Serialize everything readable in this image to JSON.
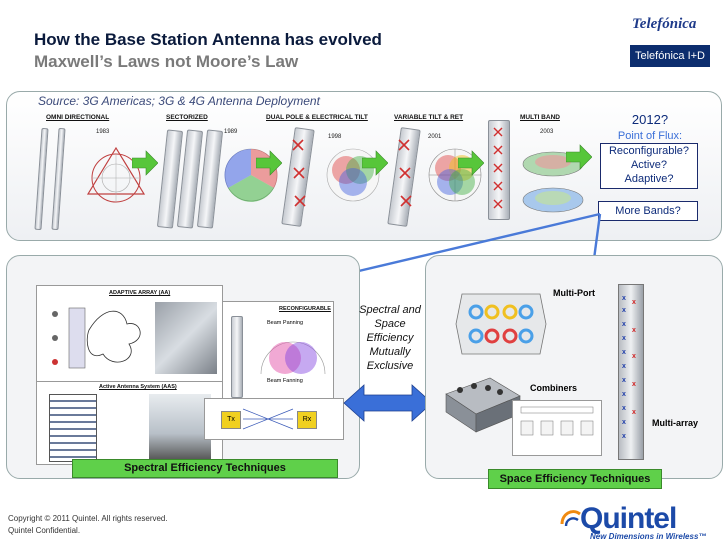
{
  "header": {
    "title": "How the Base Station Antenna has evolved",
    "subtitle": "Maxwell’s Laws not Moore’s Law"
  },
  "logos": {
    "telefonica": "Telefónica",
    "telefonica_id": "Telefónica I+D",
    "quintel": "Quintel",
    "quintel_tagline": "New Dimensions in Wireless™"
  },
  "top_panel": {
    "source": "Source: 3G Americas; 3G & 4G Antenna Deployment",
    "stages": [
      {
        "label": "OMNI DIRECTIONAL",
        "year": "1983"
      },
      {
        "label": "SECTORIZED",
        "year": "1989"
      },
      {
        "label": "DUAL POLE & ELECTRICAL TILT",
        "year": "1998"
      },
      {
        "label": "VARIABLE TILT & RET",
        "year": "2001"
      },
      {
        "label": "MULTI BAND",
        "year": "2003"
      }
    ],
    "future": {
      "year": "2012?",
      "flux": "Point of Flux:",
      "lines": [
        "Reconfigurable?",
        "Active?",
        "Adaptive?"
      ],
      "more": "More Bands?"
    }
  },
  "bottom_left": {
    "adaptive_array": "ADAPTIVE ARRAY (AA)",
    "aas": "Active Antenna System (AAS)",
    "reconfigurable": "RECONFIGURABLE",
    "beam_panning": "Beam Panning",
    "beam_fanning": "Beam Fanning",
    "tx": "Tx",
    "rx": "Rx",
    "label": "Spectral Efficiency Techniques"
  },
  "center": {
    "lines": [
      "Spectral and",
      "Space",
      "Efficiency",
      "Mutually",
      "Exclusive"
    ]
  },
  "bottom_right": {
    "multiport": "Multi-Port",
    "combiners": "Combiners",
    "multiarray": "Multi-array",
    "label": "Space Efficiency Techniques"
  },
  "footer": {
    "copyright": "Copyright © 2011 Quintel. All rights reserved.",
    "confidential": "Quintel Confidential."
  },
  "colors": {
    "arrow_green": "#57c63a",
    "title_navy": "#0a1a3c",
    "accent_blue": "#3a6fd8",
    "label_green": "#5fd04a"
  }
}
